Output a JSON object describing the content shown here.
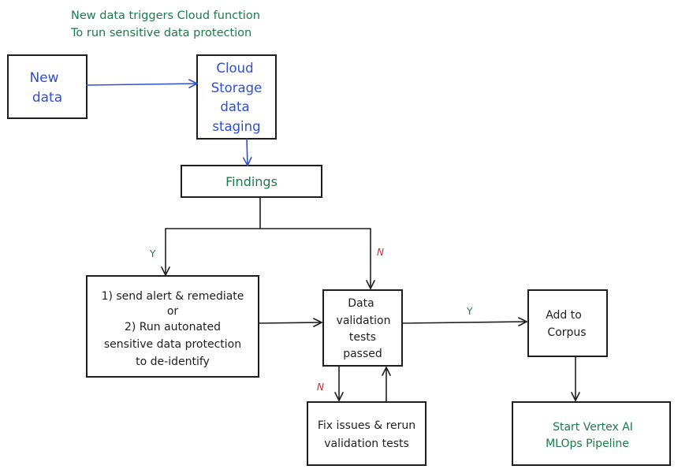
{
  "colors": {
    "ink": "#1e1e1e",
    "blue": "#2f4fd0",
    "green": "#1a7a4c",
    "red": "#c92a2a"
  },
  "annotation": {
    "line1": "New data triggers Cloud function",
    "line2": "To run sensitive data protection"
  },
  "nodes": {
    "new_data": {
      "line1": "New",
      "line2": "data"
    },
    "cloud_storage": {
      "line1": "Cloud",
      "line2": "Storage",
      "line3": "data",
      "line4": "staging"
    },
    "findings": {
      "label": "Findings"
    },
    "remediate": {
      "line1": "1) send alert & remediate",
      "line2": "or",
      "line3": "2) Run autonated",
      "line4": "sensitive data protection",
      "line5": "to de-identify"
    },
    "validation": {
      "line1": "Data",
      "line2": "validation",
      "line3": "tests",
      "line4": "passed"
    },
    "add_corpus": {
      "line1": "Add to",
      "line2": "Corpus"
    },
    "fix_issues": {
      "line1": "Fix issues & rerun",
      "line2": "validation tests"
    },
    "vertex": {
      "line1": "Start Vertex AI",
      "line2": "MLOps Pipeline"
    }
  },
  "edge_labels": {
    "findings_yes": "Y",
    "findings_no": "N",
    "validation_yes": "Y",
    "validation_no": "N"
  }
}
